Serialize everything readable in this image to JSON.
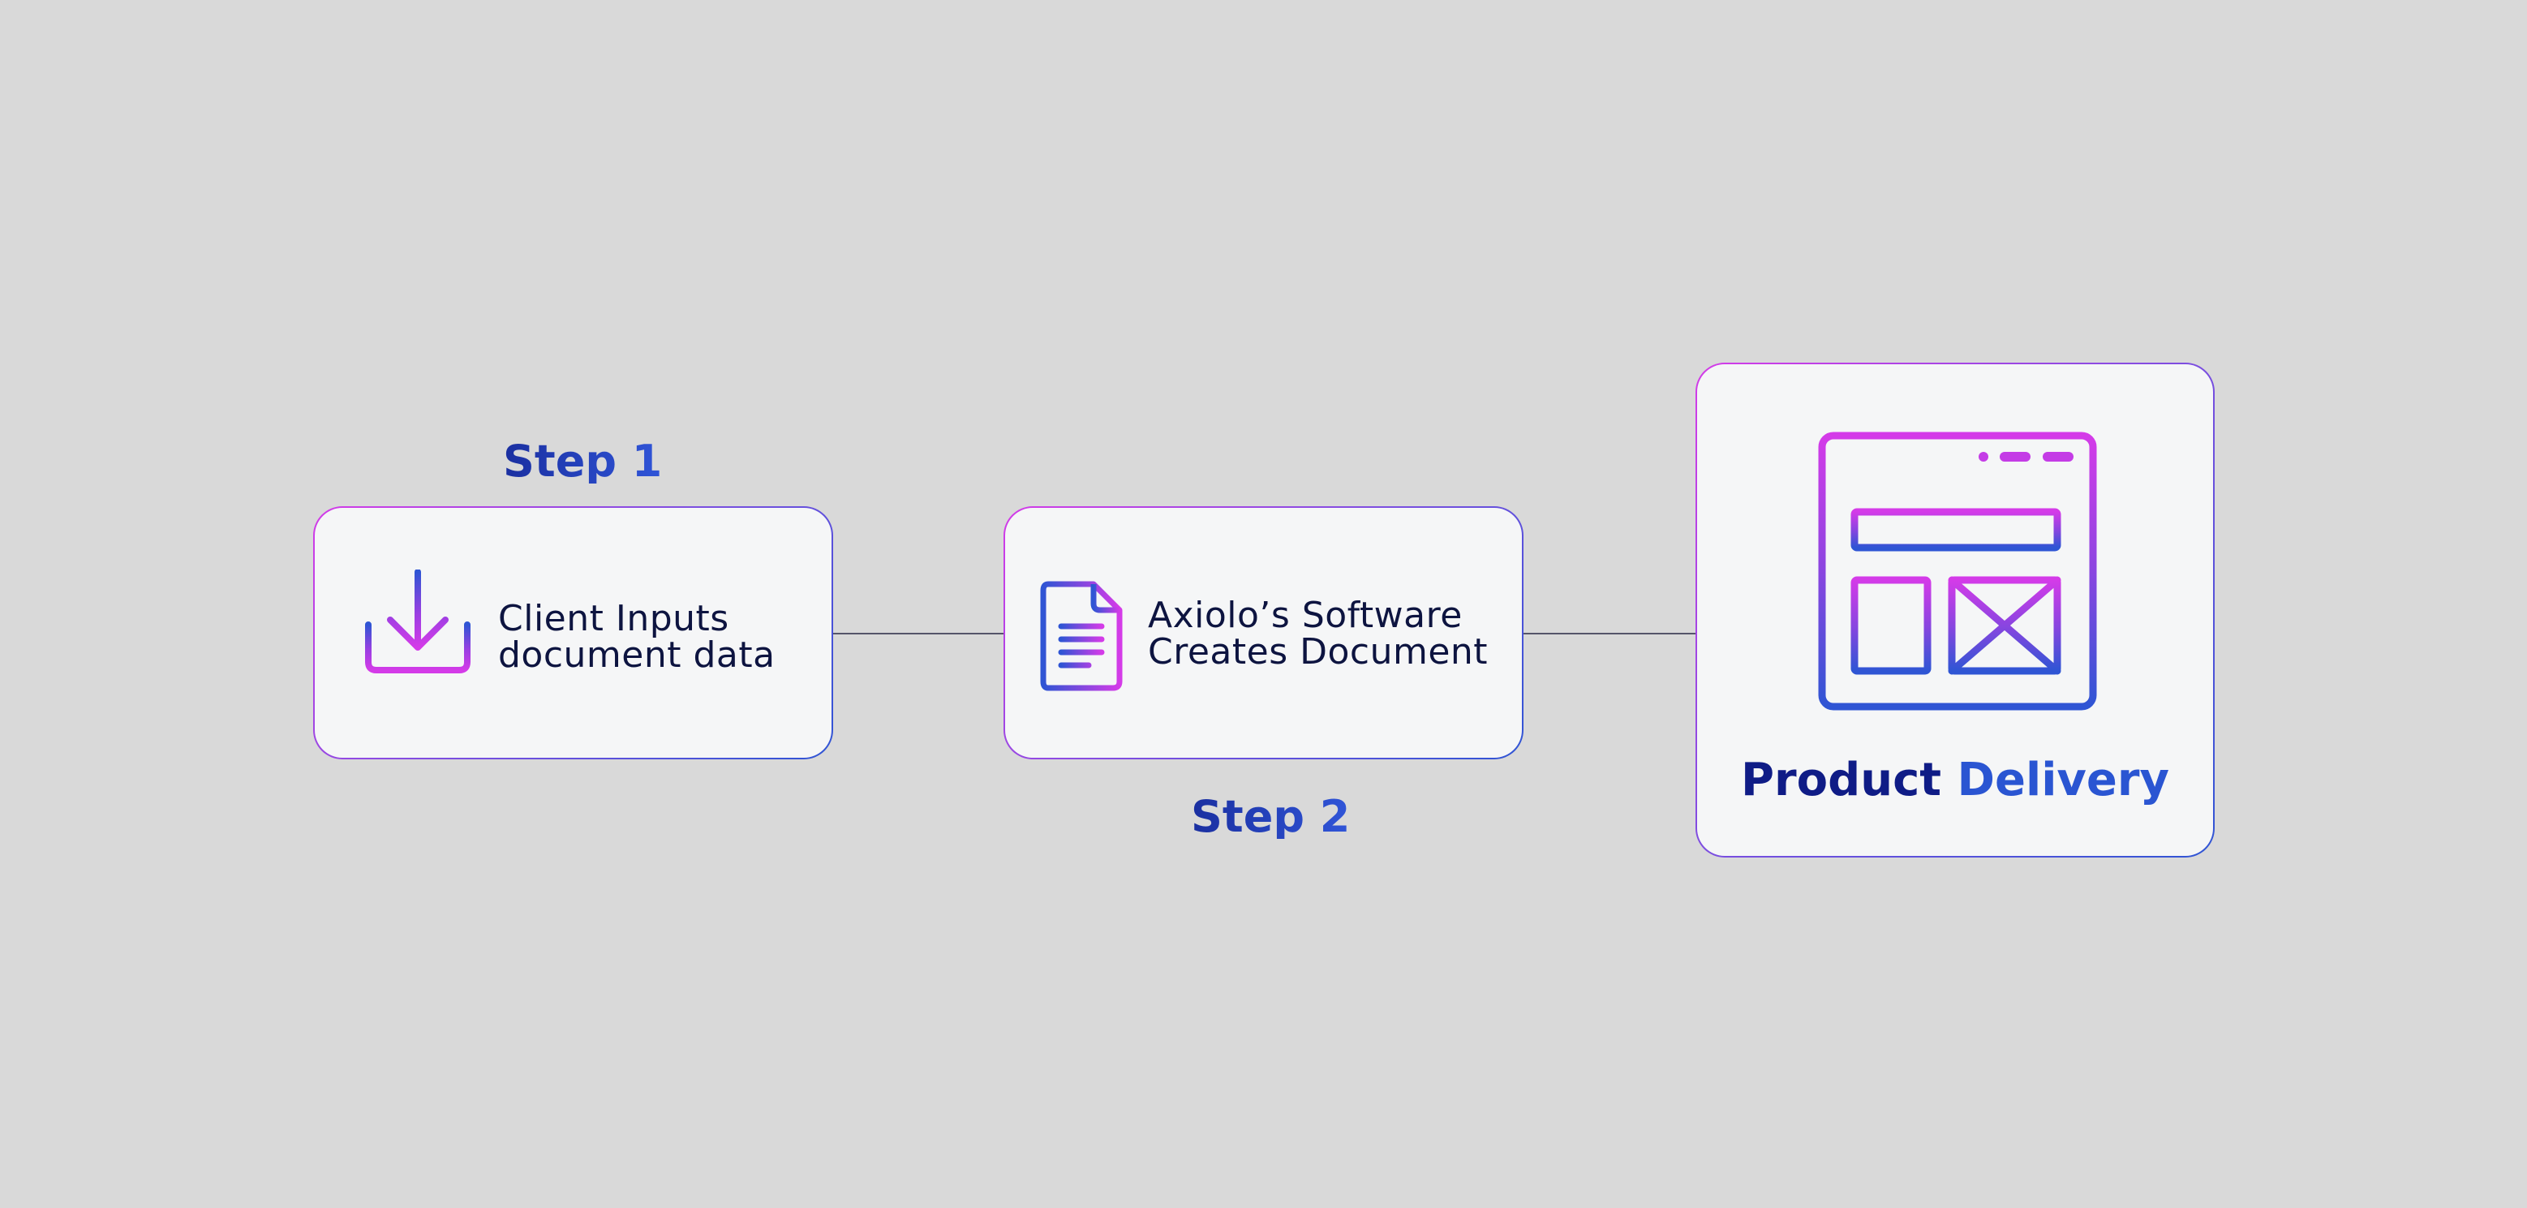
{
  "steps": [
    {
      "label": "Step 1",
      "text_lines": [
        "Client Inputs",
        "document data"
      ],
      "icon": "download-icon"
    },
    {
      "label": "Step 2",
      "text_lines": [
        "Axiolo’s Software",
        "Creates Document"
      ],
      "icon": "document-icon"
    }
  ],
  "delivery": {
    "title_word1": "Product",
    "title_word2": "Delivery",
    "icon": "webpage-layout-icon"
  },
  "colors": {
    "background": "#d9d9d9",
    "card": "#f5f6f7",
    "gradient_magenta": "#d43be8",
    "gradient_blue": "#2f55d4",
    "text_dark": "#0d1440",
    "label_blue": "#1a2fa0"
  }
}
